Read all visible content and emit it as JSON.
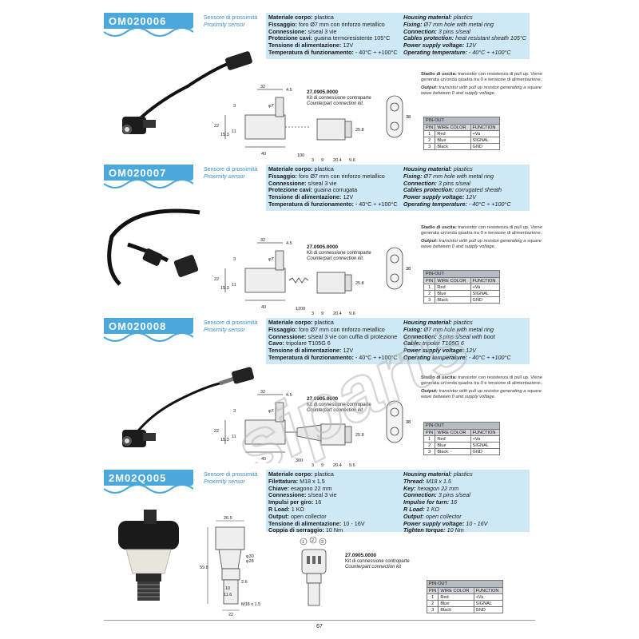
{
  "page_number": "67",
  "watermark": "siparts",
  "sections": [
    {
      "code": "OM020006",
      "subtitle_it": "Sensore di prossimità",
      "subtitle_en": "Proximity sensor",
      "specs_it": [
        {
          "k": "Materiale corpo:",
          "v": " plastica"
        },
        {
          "k": "Fissaggio:",
          "v": " foro Ø7 mm con rinforzo metallico"
        },
        {
          "k": "Connessione:",
          "v": " s/seal 3 vie"
        },
        {
          "k": "Protezione cavi:",
          "v": " guaina termoresistente 105°C"
        },
        {
          "k": "Tensione di alimentazione:",
          "v": " 12V"
        },
        {
          "k": "Temperatura di funzionamento:",
          "v": " - 40°C ÷ +100°C"
        }
      ],
      "specs_en": [
        {
          "k": "Housing material:",
          "v": " plastics"
        },
        {
          "k": "Fixing:",
          "v": " Ø7 mm hole with metal ring"
        },
        {
          "k": "Connection:",
          "v": " 3 pins s/seal"
        },
        {
          "k": "Cables protection:",
          "v": " heat resistant sheath 105°C"
        },
        {
          "k": "Power supply voltage:",
          "v": " 12V"
        },
        {
          "k": "Operating temperature:",
          "v": " - 40°C ÷ +100°C"
        }
      ],
      "kit_number": "27.0905.0000",
      "kit_it": "Kit di connessione controparte",
      "kit_en": "Counterpart connection kit",
      "note_it_label": "Stadio di uscita:",
      "note_it": " transistor con resistenza di pull up. Viene generata un'onda quadra tra 0 e tensione di alimentazione.",
      "note_en_label": "Output:",
      "note_en": " transistor with pull up resistor generating a square wave between 0 and supply voltage.",
      "dims": {
        "d1": "32",
        "d2": "4.5",
        "d3": "22",
        "d4": "15.3",
        "d5": "11",
        "d6": "40",
        "d7": "100",
        "d8": "3",
        "d9": "9",
        "d10": "20.4",
        "d11": "9.6",
        "d12": "25.8",
        "d13": "3",
        "d14": "φ7",
        "d15": "38"
      }
    },
    {
      "code": "OM020007",
      "subtitle_it": "Sensore di prossimità",
      "subtitle_en": "Proximity sensor",
      "specs_it": [
        {
          "k": "Materiale corpo:",
          "v": " plastica"
        },
        {
          "k": "Fissaggio:",
          "v": " foro Ø7 mm con rinforzo metallico"
        },
        {
          "k": "Connessione:",
          "v": " s/seal 3 vie"
        },
        {
          "k": "Protezione cavi:",
          "v": " guaina corrugata"
        },
        {
          "k": "Tensione di alimentazione:",
          "v": " 12V"
        },
        {
          "k": "Temperatura di funzionamento:",
          "v": " - 40°C ÷ +100°C"
        }
      ],
      "specs_en": [
        {
          "k": "Housing material:",
          "v": " plastics"
        },
        {
          "k": "Fixing:",
          "v": " Ø7 mm hole with metal ring"
        },
        {
          "k": "Connection:",
          "v": " 3 pins s/seal"
        },
        {
          "k": "Cables protection:",
          "v": " corrugated sheath"
        },
        {
          "k": "Power supply voltage:",
          "v": " 12V"
        },
        {
          "k": "Operating temperature:",
          "v": " - 40°C ÷ +100°C"
        }
      ],
      "kit_number": "27.0905.0000",
      "kit_it": "Kit di connessione controparte",
      "kit_en": "Counterpart connection kit",
      "note_it_label": "Stadio di uscita:",
      "note_it": " transistor con resistenza di pull up. Viene generata un'onda quadra tra 0 e tensione di alimentazione.",
      "note_en_label": "Output:",
      "note_en": " transistor with pull up resistor generating a square wave between 0 and supply voltage.",
      "dims": {
        "d1": "32",
        "d2": "4.5",
        "d3": "22",
        "d4": "15.3",
        "d5": "11",
        "d6": "40",
        "d7": "1200",
        "d8": "3",
        "d9": "9",
        "d10": "20.4",
        "d11": "9.6",
        "d12": "25.8",
        "d13": "3",
        "d14": "φ7",
        "d15": "38"
      }
    },
    {
      "code": "OM020008",
      "subtitle_it": "Sensore di prossimità",
      "subtitle_en": "Proximity sensor",
      "specs_it": [
        {
          "k": "Materiale corpo:",
          "v": " plastica"
        },
        {
          "k": "Fissaggio:",
          "v": " foro Ø7 mm con rinforzo metallico"
        },
        {
          "k": "Connessione:",
          "v": " s/seal 3 vie con cuffia di protezione"
        },
        {
          "k": "Cavo:",
          "v": " tripolare T105G 6"
        },
        {
          "k": "Tensione di alimentazione:",
          "v": " 12V"
        },
        {
          "k": "Temperatura di funzionamento:",
          "v": " - 40°C ÷ +100°C"
        }
      ],
      "specs_en": [
        {
          "k": "Housing material:",
          "v": " plastics"
        },
        {
          "k": "Fixing:",
          "v": " Ø7 mm hole with metal ring"
        },
        {
          "k": "Connection:",
          "v": " 3 pins s/seal with boot"
        },
        {
          "k": "Cable:",
          "v": " tripolar T105G 6"
        },
        {
          "k": "Power supply voltage:",
          "v": " 12V"
        },
        {
          "k": "Operating temperature:",
          "v": " - 40°C ÷ +100°C"
        }
      ],
      "kit_number": "27.0905.0000",
      "kit_it": "Kit di connessione controparte",
      "kit_en": "Counterpart connection kit",
      "note_it_label": "Stadio di uscita:",
      "note_it": " transistor con resistenza di pull up. Viene generata un'onda quadra tra 0 e tensione di alimentazione.",
      "note_en_label": "Output:",
      "note_en": " transistor with pull up resistor generating a square wave between 0 and supply voltage.",
      "dims": {
        "d1": "32",
        "d2": "4.5",
        "d3": "22",
        "d4": "15.3",
        "d5": "11",
        "d6": "40",
        "d7": "300",
        "d8": "3",
        "d9": "9",
        "d10": "20.4",
        "d11": "9.6",
        "d12": "25.8",
        "d13": "3",
        "d14": "φ7",
        "d15": "38"
      }
    },
    {
      "code": "2M02Q005",
      "subtitle_it": "Sensore di prossimità",
      "subtitle_en": "Proximity sensor",
      "specs_it": [
        {
          "k": "Materiale corpo:",
          "v": " plastica"
        },
        {
          "k": "Filettatura:",
          "v": " M18 x 1.5"
        },
        {
          "k": "Chiave:",
          "v": " esagono 22 mm"
        },
        {
          "k": "Connessione:",
          "v": " s/seal 3 vie"
        },
        {
          "k": "Impulsi per giro:",
          "v": " 16"
        },
        {
          "k": "R Load:",
          "v": " 1 KΩ"
        },
        {
          "k": "Output:",
          "v": " open collector"
        },
        {
          "k": "Tensione di alimentazione:",
          "v": " 10 - 16V"
        },
        {
          "k": "Coppia di serraggio:",
          "v": " 10 Nm"
        }
      ],
      "specs_en": [
        {
          "k": "Housing material:",
          "v": " plastics"
        },
        {
          "k": "Thread:",
          "v": " M18 x 1.5"
        },
        {
          "k": "Key:",
          "v": " hexagon 22 mm"
        },
        {
          "k": "Connection:",
          "v": " 3 pins s/seal"
        },
        {
          "k": "Impulse for turn:",
          "v": " 16"
        },
        {
          "k": "R Load:",
          "v": " 1 KΩ"
        },
        {
          "k": "Output:",
          "v": " open collector"
        },
        {
          "k": "Power supply voltage:",
          "v": " 10 - 16V"
        },
        {
          "k": "Tighten torque:",
          "v": " 10 Nm"
        }
      ],
      "kit_number": "27.0905.0000",
      "kit_it": "Kit di connessione controparte",
      "kit_en": "Counterpart connection kit",
      "dims": {
        "d1": "26.5",
        "d2": "59.8",
        "d3": "φ30",
        "d4": "φ28",
        "d5": "2.6",
        "d6": "10",
        "d7": "11.6",
        "d8": "22",
        "d9": "M18 x 1.5",
        "p1": "1",
        "p2": "2",
        "p3": "3"
      }
    }
  ],
  "pinout": {
    "title": "PIN-OUT",
    "headers": [
      "PIN",
      "WIRE COLOR",
      "FUNCTION"
    ],
    "rows": [
      [
        "1",
        "Red",
        "+Va"
      ],
      [
        "2",
        "Blue",
        "SIGNAL"
      ],
      [
        "3",
        "Black",
        "GND"
      ]
    ]
  }
}
